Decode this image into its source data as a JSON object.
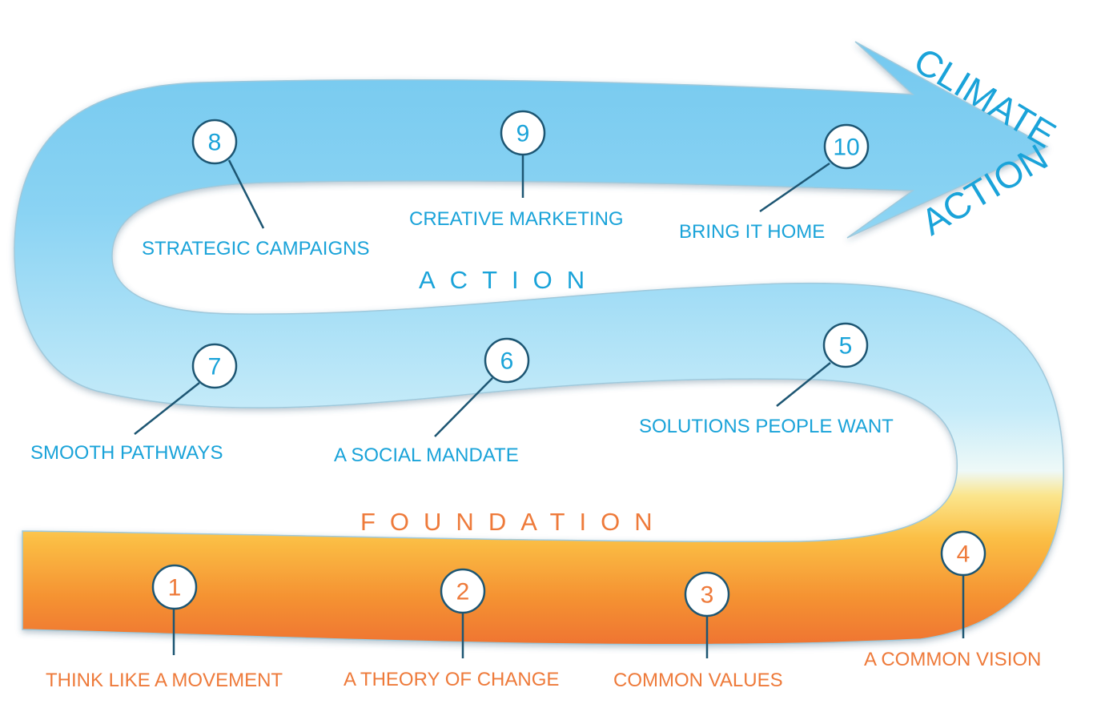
{
  "colors": {
    "blue_text": "#1aa3d9",
    "orange_text": "#ee7a3a",
    "circle_stroke": "#1d5673"
  },
  "sections": {
    "action": "ACTION",
    "foundation": "FOUNDATION"
  },
  "end_label": {
    "line1": "CLIMATE",
    "line2": "ACTION"
  },
  "steps": [
    {
      "number": "1",
      "label": "THINK LIKE A MOVEMENT",
      "group": "foundation"
    },
    {
      "number": "2",
      "label": "A  THEORY OF CHANGE",
      "group": "foundation"
    },
    {
      "number": "3",
      "label": "COMMON VALUES",
      "group": "foundation"
    },
    {
      "number": "4",
      "label": "A COMMON VISION",
      "group": "foundation"
    },
    {
      "number": "5",
      "label": "SOLUTIONS PEOPLE WANT",
      "group": "action"
    },
    {
      "number": "6",
      "label": "A SOCIAL MANDATE",
      "group": "action"
    },
    {
      "number": "7",
      "label": "SMOOTH PATHWAYS",
      "group": "action"
    },
    {
      "number": "8",
      "label": "STRATEGIC CAMPAIGNS",
      "group": "action"
    },
    {
      "number": "9",
      "label": "CREATIVE MARKETING",
      "group": "action"
    },
    {
      "number": "10",
      "label": "BRING IT HOME",
      "group": "action"
    }
  ]
}
